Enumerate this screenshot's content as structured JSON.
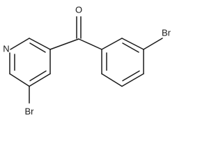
{
  "molecule": {
    "atom_labels": {
      "oxygen": "O",
      "nitrogen": "N",
      "bromine_pyridine": "Br",
      "bromine_phenyl": "Br"
    }
  }
}
